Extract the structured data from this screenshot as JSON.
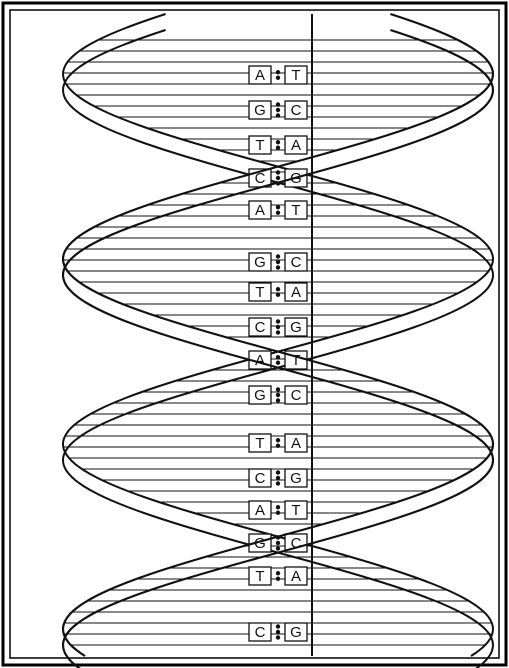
{
  "title": "",
  "colors": {
    "ink": "#111111",
    "paper": "#ffffff",
    "border": "#000000"
  },
  "base_pairs": [
    {
      "left": "A",
      "right": "T",
      "bonds": 2
    },
    {
      "left": "G",
      "right": "C",
      "bonds": 3
    },
    {
      "left": "T",
      "right": "A",
      "bonds": 2
    },
    {
      "left": "C",
      "right": "G",
      "bonds": 3
    },
    {
      "left": "A",
      "right": "T",
      "bonds": 2
    },
    {
      "left": "G",
      "right": "C",
      "bonds": 3
    },
    {
      "left": "T",
      "right": "A",
      "bonds": 2
    },
    {
      "left": "C",
      "right": "G",
      "bonds": 3
    },
    {
      "left": "A",
      "right": "T",
      "bonds": 2
    },
    {
      "left": "G",
      "right": "C",
      "bonds": 3
    },
    {
      "left": "T",
      "right": "A",
      "bonds": 2
    },
    {
      "left": "C",
      "right": "G",
      "bonds": 3
    },
    {
      "left": "A",
      "right": "T",
      "bonds": 2
    },
    {
      "left": "G",
      "right": "C",
      "bonds": 3
    },
    {
      "left": "T",
      "right": "A",
      "bonds": 2
    },
    {
      "left": "C",
      "right": "G",
      "bonds": 3
    }
  ]
}
